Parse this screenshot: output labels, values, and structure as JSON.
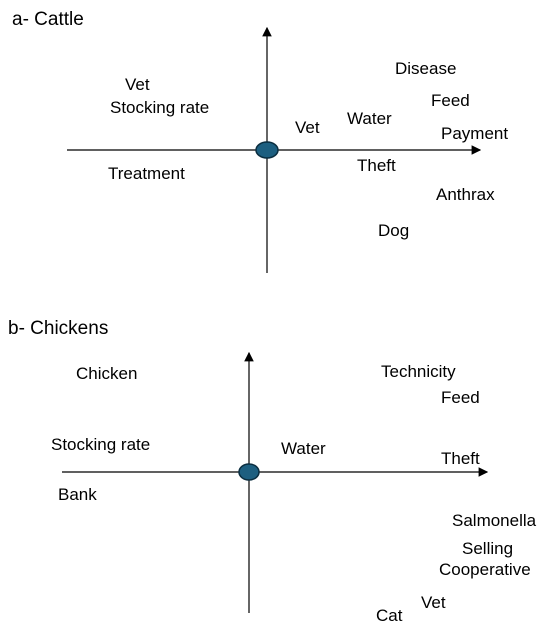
{
  "panels": [
    {
      "title": "a- Cattle",
      "labels": [
        "Vet",
        "Stocking rate",
        "Treatment",
        "Vet",
        "Water",
        "Disease",
        "Feed",
        "Payment",
        "Theft",
        "Anthrax",
        "Dog"
      ]
    },
    {
      "title": "b- Chickens",
      "labels": [
        "Chicken",
        "Stocking rate",
        "Bank",
        "Water",
        "Technicity",
        "Feed",
        "Theft",
        "Salmonella",
        "Selling",
        "Cooperative",
        "Vet",
        "Cat"
      ]
    }
  ],
  "colors": {
    "origin_fill": "#1d5f80",
    "origin_stroke": "#0b2e40",
    "axis": "#000000"
  }
}
